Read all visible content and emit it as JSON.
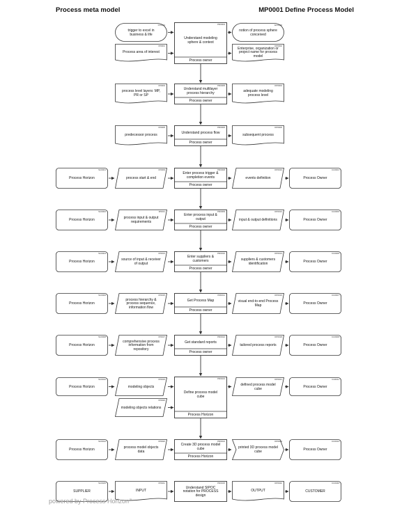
{
  "header": {
    "left_title": "Process meta model",
    "right_title": "MP0001 Define Process Model"
  },
  "footer": {
    "text": "powered by Process Horizon",
    "tm": "™"
  },
  "colors": {
    "stroke": "#333333",
    "fill": "#ffffff",
    "footer": "#9a9a9a"
  },
  "rows": [
    {
      "inputs": [
        {
          "shape": "terminator",
          "text": "trigger to excel in business & life",
          "code": "ST0001"
        },
        {
          "shape": "document",
          "text": "Process area of interest",
          "code": "IP0001"
        }
      ],
      "process": {
        "text": "Understand modeling sphere & context",
        "code": "PR0004",
        "performer": "Process owner"
      },
      "outputs": [
        {
          "shape": "terminator",
          "text": "notion of process sphere conceived",
          "code": "EC0002"
        },
        {
          "shape": "document",
          "text": "Enterprise, organization or project name for process model",
          "code": "OP0002"
        }
      ]
    },
    {
      "inputs": [
        {
          "shape": "document",
          "text": "process level layers: MP, PR or SP",
          "code": "IP0003"
        }
      ],
      "process": {
        "text": "Understand multilayer process hierarchy",
        "code": "PR0005",
        "performer": "Process owner"
      },
      "outputs": [
        {
          "shape": "document",
          "text": "adequate modeling process level",
          "code": "OP0004"
        }
      ]
    },
    {
      "inputs": [
        {
          "shape": "document",
          "text": "predecessor process",
          "code": "IP0005"
        }
      ],
      "process": {
        "text": "Understand process flow",
        "code": "PR0006",
        "performer": "Process owner"
      },
      "outputs": [
        {
          "shape": "document",
          "text": "subsequent process",
          "code": "OP0006"
        }
      ]
    },
    {
      "supplier": {
        "text": "Process Horizon",
        "code": "SU0001"
      },
      "inputs": [
        {
          "shape": "para",
          "text": "process start & end",
          "code": "IP0009"
        }
      ],
      "process": {
        "text": "Enter process trigger & completion events",
        "code": "PR0008",
        "performer": "Process owner"
      },
      "outputs": [
        {
          "shape": "para",
          "text": "events definition",
          "code": "OP0010"
        }
      ],
      "customer": {
        "text": "Process Owner",
        "code": "CU0001"
      }
    },
    {
      "supplier": {
        "text": "Process Horizon",
        "code": "SU0002"
      },
      "inputs": [
        {
          "shape": "para",
          "text": "process input & output requirements",
          "code": "IP0011"
        }
      ],
      "process": {
        "text": "Enter process input & output",
        "code": "PR0009",
        "performer": "Process owner"
      },
      "outputs": [
        {
          "shape": "para",
          "text": "input & output definitions",
          "code": "OP0012"
        }
      ],
      "customer": {
        "text": "Process Owner",
        "code": "CU0003"
      }
    },
    {
      "supplier": {
        "text": "Process Horizon",
        "code": "SU0004"
      },
      "inputs": [
        {
          "shape": "para",
          "text": "source of input & receiver of output",
          "code": "IP0013"
        }
      ],
      "process": {
        "text": "Enter suppliers & customers",
        "code": "PR0010",
        "performer": "Process owner"
      },
      "outputs": [
        {
          "shape": "para",
          "text": "suppliers & customers identification",
          "code": "OP0014"
        }
      ],
      "customer": {
        "text": "Process Owner",
        "code": "CU0005"
      }
    },
    {
      "supplier": {
        "text": "Process Horizon",
        "code": "SU0006"
      },
      "inputs": [
        {
          "shape": "para",
          "text": "process hierarchy & process sequence, information flow",
          "code": "IP0015"
        }
      ],
      "process": {
        "text": "Get Process Map",
        "code": "PR0011",
        "performer": "Process owner"
      },
      "outputs": [
        {
          "shape": "para",
          "text": "visual end-to-end Process Map",
          "code": "OP0016"
        }
      ],
      "customer": {
        "text": "Process Owner",
        "code": "CU0007"
      }
    },
    {
      "supplier": {
        "text": "Process Horizon",
        "code": "SU0008"
      },
      "inputs": [
        {
          "shape": "para",
          "text": "comprehensive process information from repository",
          "code": "IP0017"
        }
      ],
      "process": {
        "text": "Get standard reports",
        "code": "PR0012",
        "performer": "Process owner"
      },
      "outputs": [
        {
          "shape": "para",
          "text": "tailored process reports",
          "code": "OP0018"
        }
      ],
      "customer": {
        "text": "Process Owner",
        "code": "CU0009"
      }
    },
    {
      "supplier": {
        "text": "Process Horizon",
        "code": "SU0010"
      },
      "inputs": [
        {
          "shape": "para",
          "text": "modeling objects",
          "code": "IP0019"
        },
        {
          "shape": "para",
          "text": "modeling objects relations",
          "code": "IP0020"
        }
      ],
      "process": {
        "text": "Define process model cube",
        "code": "PR0013",
        "performer": "Process Horizon"
      },
      "outputs": [
        {
          "shape": "para",
          "text": "defined process model cube",
          "code": "OP0021"
        }
      ],
      "customer": {
        "text": "Process Owner",
        "code": "CU0011"
      }
    },
    {
      "supplier": {
        "text": "Process Horizon",
        "code": "SU0012"
      },
      "inputs": [
        {
          "shape": "para",
          "text": "process model objects data",
          "code": "IP0022"
        }
      ],
      "process": {
        "text": "Create 3D process model cube",
        "code": "PR0014",
        "performer": "Process Horizon"
      },
      "outputs": [
        {
          "shape": "chevron",
          "text": "printed 3D process model cube",
          "code": "OP0023"
        }
      ],
      "customer": {
        "text": "Process Owner",
        "code": "CU0013"
      }
    },
    {
      "supplier": {
        "text": "SUPPLIER",
        "code": "SU0045"
      },
      "inputs": [
        {
          "shape": "document",
          "text": "INPUT",
          "code": "IP0041"
        }
      ],
      "process": {
        "text": "Understand SIPOC notation for PROCESS design",
        "code": "PR0015",
        "performer": ""
      },
      "outputs": [
        {
          "shape": "document",
          "text": "OUTPUT",
          "code": "OP0042"
        }
      ],
      "customer": {
        "text": "CUSTOMER",
        "code": "CU0046"
      }
    }
  ]
}
